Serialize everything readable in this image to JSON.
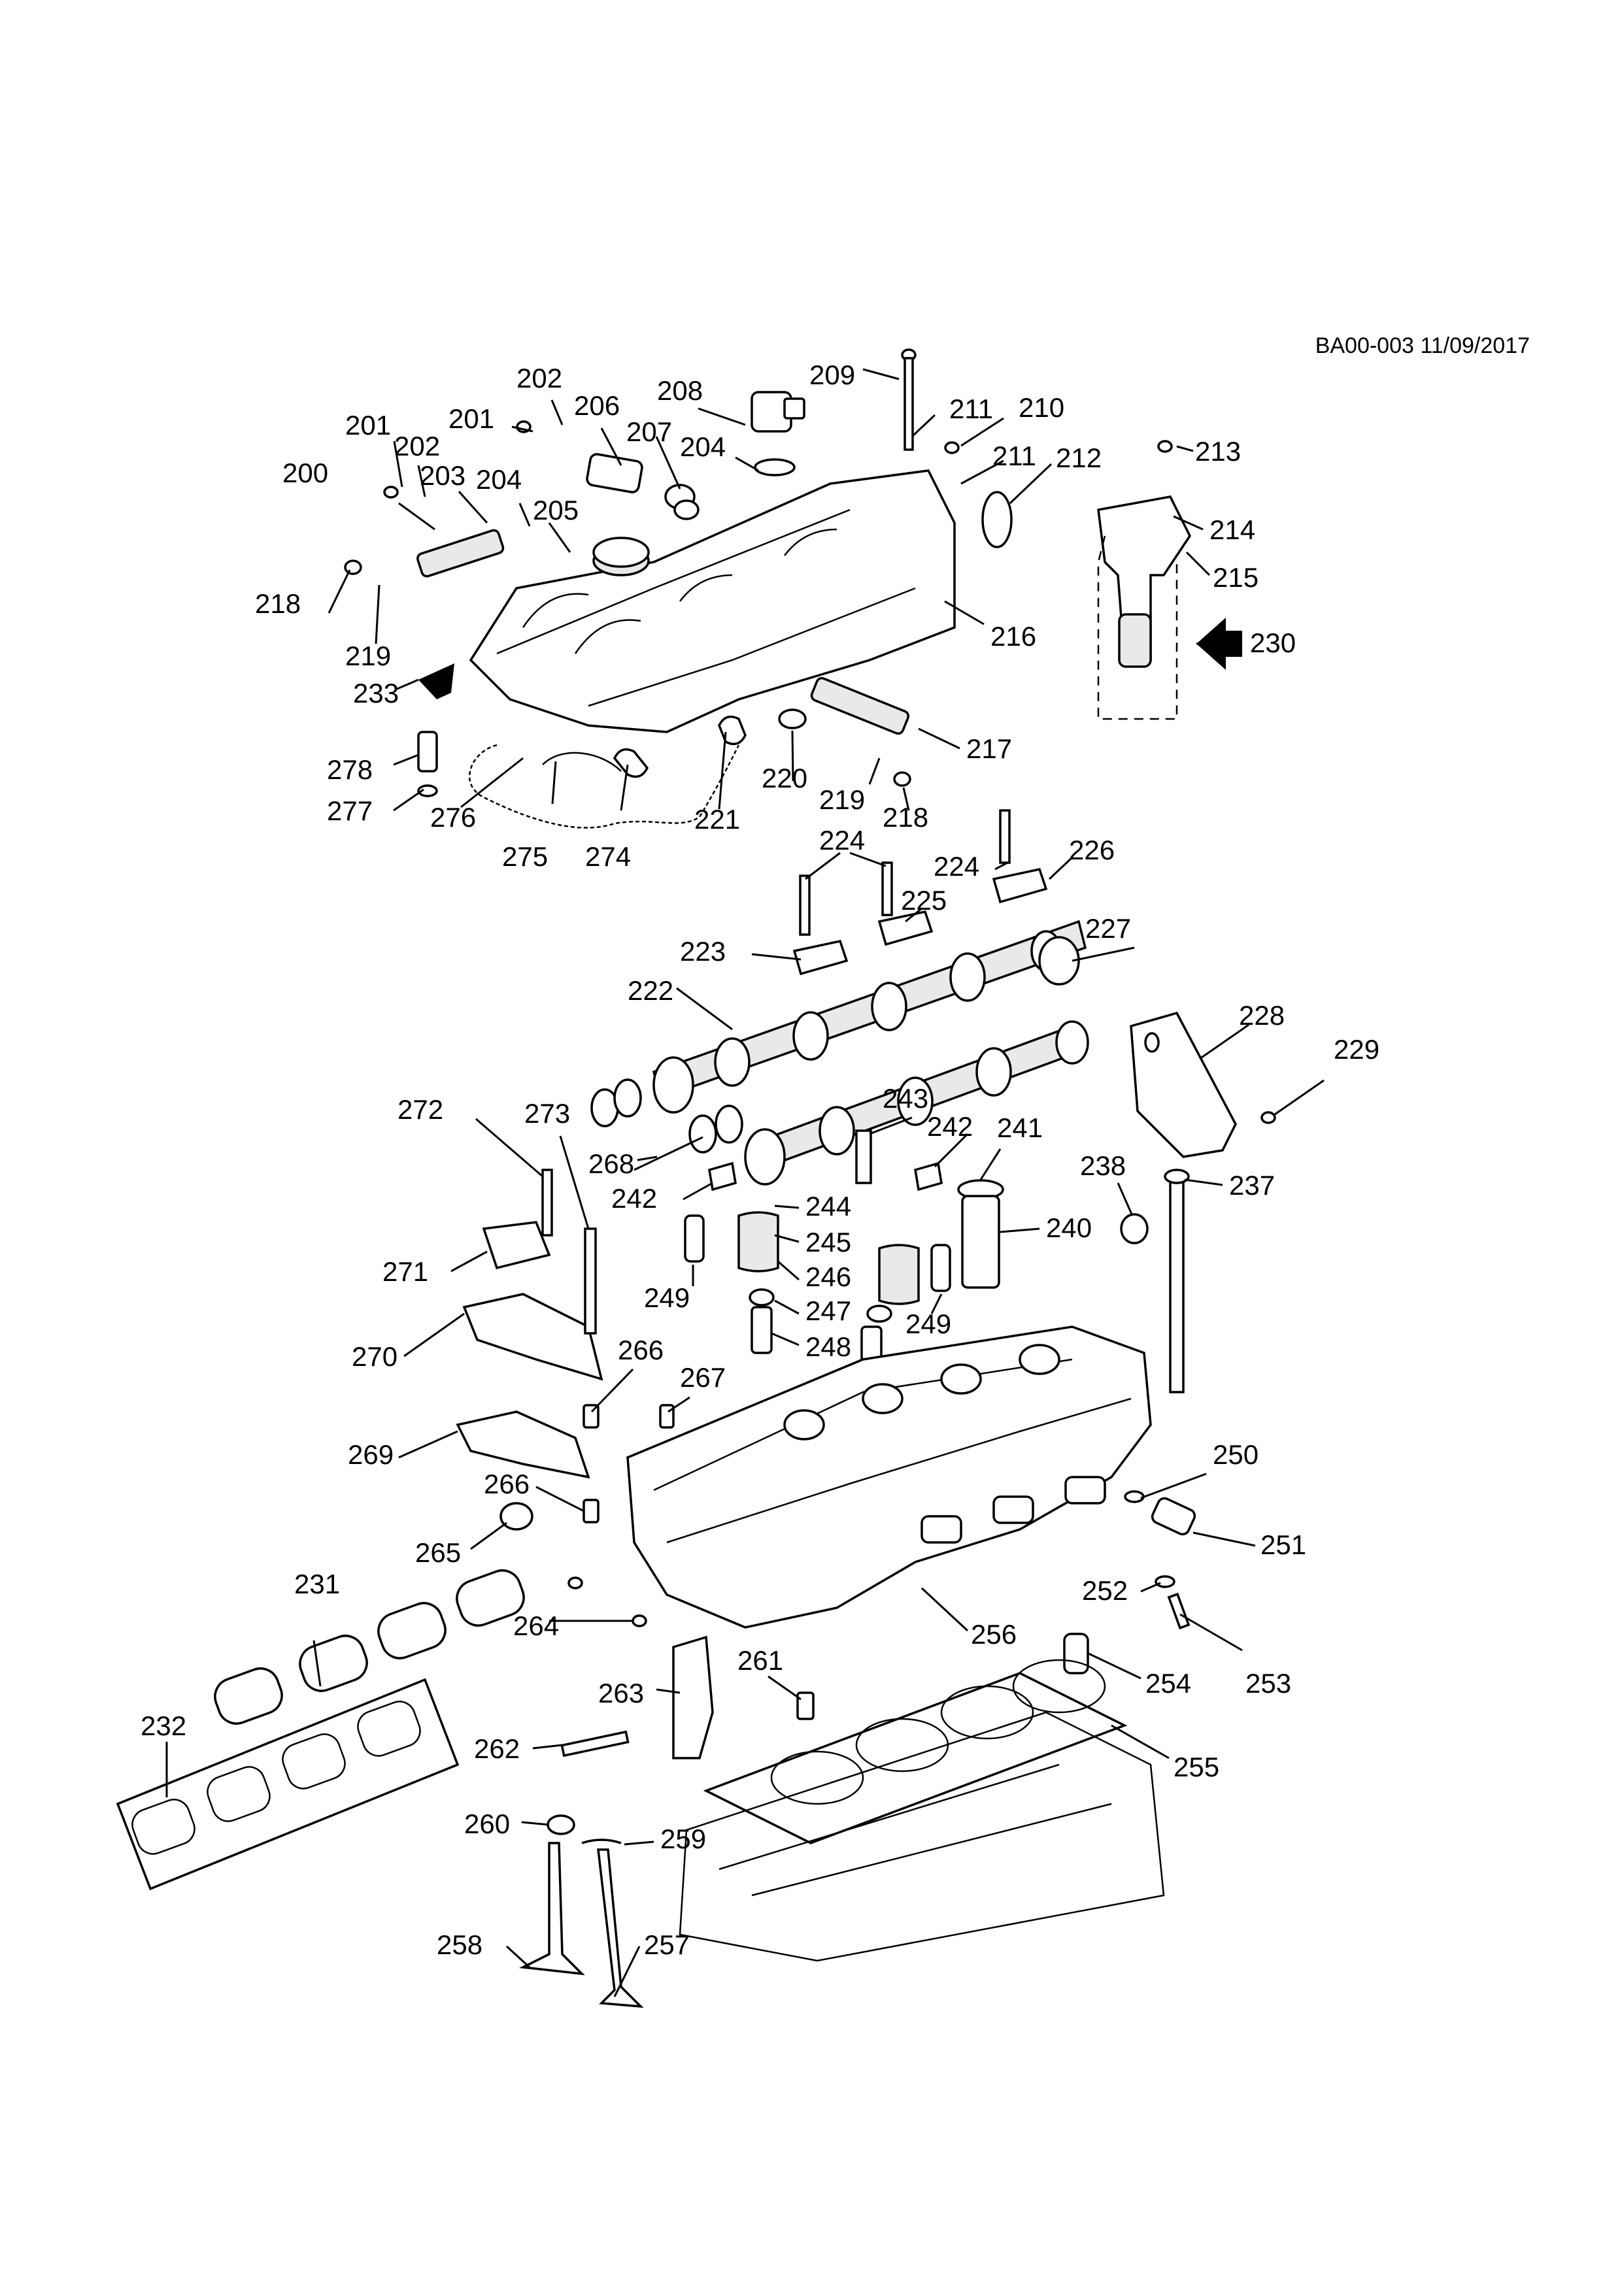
{
  "diagram": {
    "reference": "BA00-003 11/09/2017",
    "callouts": [
      {
        "id": "200",
        "label": "200"
      },
      {
        "id": "201a",
        "label": "201"
      },
      {
        "id": "201b",
        "label": "201"
      },
      {
        "id": "202a",
        "label": "202"
      },
      {
        "id": "202b",
        "label": "202"
      },
      {
        "id": "203",
        "label": "203"
      },
      {
        "id": "204a",
        "label": "204"
      },
      {
        "id": "204b",
        "label": "204"
      },
      {
        "id": "205",
        "label": "205"
      },
      {
        "id": "206",
        "label": "206"
      },
      {
        "id": "207",
        "label": "207"
      },
      {
        "id": "208",
        "label": "208"
      },
      {
        "id": "209",
        "label": "209"
      },
      {
        "id": "210",
        "label": "210"
      },
      {
        "id": "211a",
        "label": "211"
      },
      {
        "id": "211b",
        "label": "211"
      },
      {
        "id": "212",
        "label": "212"
      },
      {
        "id": "213",
        "label": "213"
      },
      {
        "id": "214",
        "label": "214"
      },
      {
        "id": "215",
        "label": "215"
      },
      {
        "id": "216",
        "label": "216"
      },
      {
        "id": "217",
        "label": "217"
      },
      {
        "id": "218a",
        "label": "218"
      },
      {
        "id": "218b",
        "label": "218"
      },
      {
        "id": "219a",
        "label": "219"
      },
      {
        "id": "219b",
        "label": "219"
      },
      {
        "id": "220",
        "label": "220"
      },
      {
        "id": "221",
        "label": "221"
      },
      {
        "id": "222",
        "label": "222"
      },
      {
        "id": "223",
        "label": "223"
      },
      {
        "id": "224a",
        "label": "224"
      },
      {
        "id": "224b",
        "label": "224"
      },
      {
        "id": "225",
        "label": "225"
      },
      {
        "id": "226",
        "label": "226"
      },
      {
        "id": "227",
        "label": "227"
      },
      {
        "id": "228",
        "label": "228"
      },
      {
        "id": "229",
        "label": "229"
      },
      {
        "id": "230",
        "label": "230"
      },
      {
        "id": "231",
        "label": "231"
      },
      {
        "id": "232",
        "label": "232"
      },
      {
        "id": "233",
        "label": "233"
      },
      {
        "id": "237",
        "label": "237"
      },
      {
        "id": "238",
        "label": "238"
      },
      {
        "id": "240",
        "label": "240"
      },
      {
        "id": "241",
        "label": "241"
      },
      {
        "id": "242a",
        "label": "242"
      },
      {
        "id": "242b",
        "label": "242"
      },
      {
        "id": "243",
        "label": "243"
      },
      {
        "id": "244",
        "label": "244"
      },
      {
        "id": "245",
        "label": "245"
      },
      {
        "id": "246",
        "label": "246"
      },
      {
        "id": "247",
        "label": "247"
      },
      {
        "id": "248",
        "label": "248"
      },
      {
        "id": "249a",
        "label": "249"
      },
      {
        "id": "249b",
        "label": "249"
      },
      {
        "id": "250",
        "label": "250"
      },
      {
        "id": "251",
        "label": "251"
      },
      {
        "id": "252",
        "label": "252"
      },
      {
        "id": "253",
        "label": "253"
      },
      {
        "id": "254",
        "label": "254"
      },
      {
        "id": "255",
        "label": "255"
      },
      {
        "id": "256",
        "label": "256"
      },
      {
        "id": "257",
        "label": "257"
      },
      {
        "id": "258",
        "label": "258"
      },
      {
        "id": "259",
        "label": "259"
      },
      {
        "id": "260",
        "label": "260"
      },
      {
        "id": "261",
        "label": "261"
      },
      {
        "id": "262",
        "label": "262"
      },
      {
        "id": "263",
        "label": "263"
      },
      {
        "id": "264",
        "label": "264"
      },
      {
        "id": "265",
        "label": "265"
      },
      {
        "id": "266a",
        "label": "266"
      },
      {
        "id": "266b",
        "label": "266"
      },
      {
        "id": "267",
        "label": "267"
      },
      {
        "id": "268a",
        "label": "268"
      },
      {
        "id": "268b",
        "label": "268"
      },
      {
        "id": "269",
        "label": "269"
      },
      {
        "id": "270",
        "label": "270"
      },
      {
        "id": "271",
        "label": "271"
      },
      {
        "id": "272",
        "label": "272"
      },
      {
        "id": "273",
        "label": "273"
      },
      {
        "id": "274",
        "label": "274"
      },
      {
        "id": "275",
        "label": "275"
      },
      {
        "id": "276",
        "label": "276"
      },
      {
        "id": "277",
        "label": "277"
      },
      {
        "id": "278",
        "label": "278"
      }
    ]
  }
}
